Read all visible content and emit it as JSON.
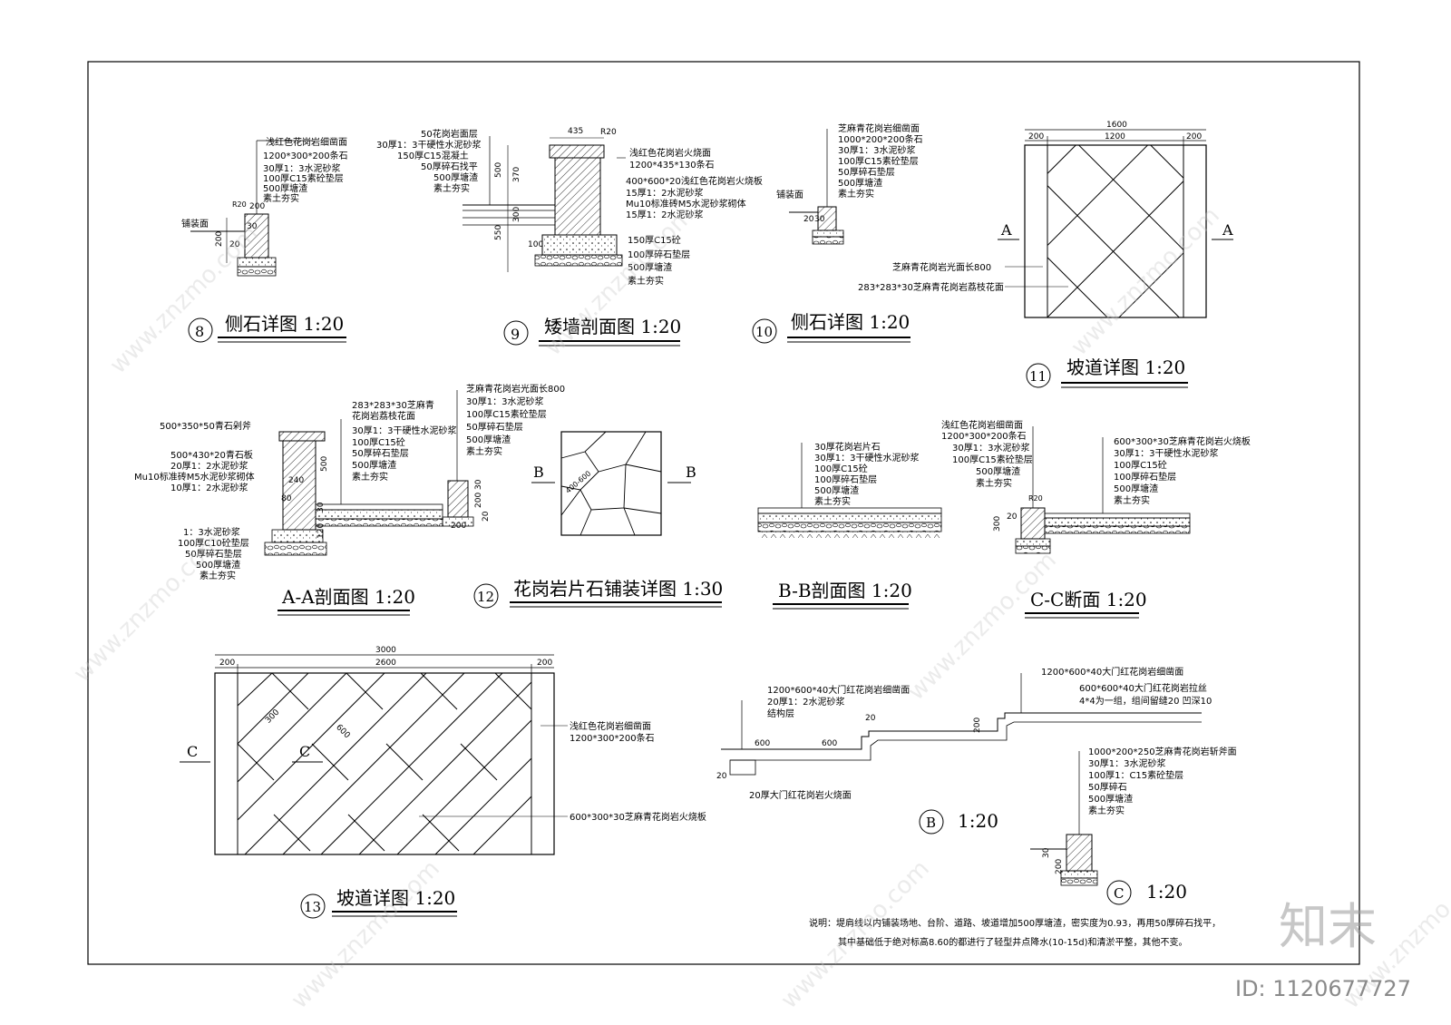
{
  "sheet": {
    "note_line1": "说明：堤肩线以内铺装场地、台阶、道路、坡道增加500厚塘渣，密实度为0.93，再用50厚碎石找平，",
    "note_line2": "其中基础低于绝对标高8.60的都进行了轻型井点降水(10-15d)和清淤平整，其他不变。"
  },
  "watermark": {
    "site": "www.znzmo.com",
    "logo": "知末",
    "id": "ID: 1120677727"
  },
  "d8": {
    "num": "8",
    "title": "侧石详图 1:20",
    "labels": [
      "浅红色花岗岩细凿面",
      "1200*300*200条石",
      "30厚1：3水泥砂浆",
      "100厚C15素砼垫层",
      "500厚塘渣",
      "素土夯实"
    ],
    "paving": "铺装面",
    "dims": [
      "200",
      "30",
      "200",
      "20",
      "R20"
    ]
  },
  "d9": {
    "num": "9",
    "title": "矮墙剖面图 1:20",
    "left_labels": [
      "50花岗岩面层",
      "30厚1：3干硬性水泥砂浆",
      "150厚C15混凝土",
      "50厚碎石找平",
      "500厚塘渣",
      "素土夯实"
    ],
    "right_labels": [
      "浅红色花岗岩火烧面",
      "1200*435*130条石",
      "400*600*20浅红色花岗岩火烧板",
      "15厚1：2水泥砂浆",
      "Mu10标准砖M5水泥砂浆砌体",
      "15厚1：2水泥砂浆"
    ],
    "bottom_labels": [
      "150厚C15砼",
      "100厚碎石垫层",
      "500厚塘渣",
      "素土夯实"
    ],
    "dims": [
      "435",
      "R20",
      "500",
      "370",
      "300",
      "550",
      "100"
    ]
  },
  "d10": {
    "num": "10",
    "title": "侧石详图 1:20",
    "labels": [
      "芝麻青花岗岩细凿面",
      "1000*200*200条石",
      "30厚1：3水泥砂浆",
      "100厚C15素砼垫层",
      "50厚碎石垫层",
      "500厚塘渣",
      "素土夯实"
    ],
    "paving": "铺装面",
    "dims": [
      "20",
      "30"
    ]
  },
  "d11": {
    "num": "11",
    "title": "坡道详图 1:20",
    "dims": [
      "1600",
      "200",
      "1200",
      "200"
    ],
    "section": "A",
    "labels": [
      "芝麻青花岗岩光面长800",
      "283*283*30芝麻青花岗岩荔枝花面"
    ]
  },
  "dAA": {
    "title": "A-A剖面图 1:20",
    "left_labels": [
      "500*350*50青石剁斧",
      "500*430*20青石板",
      "20厚1：2水泥砂浆",
      "Mu10标准砖M5水泥砂浆砌体",
      "10厚1：2水泥砂浆"
    ],
    "left_bottom": [
      "1：3水泥砂浆",
      "100厚C10砼垫层",
      "50厚碎石垫层",
      "500厚塘渣",
      "素土夯实"
    ],
    "mid_labels": [
      "283*283*30芝麻青",
      "花岗岩荔枝花面",
      "30厚1：3干硬性水泥砂浆",
      "100厚C15砼",
      "50厚碎石垫层",
      "500厚塘渣",
      "素土夯实"
    ],
    "right_labels": [
      "芝麻青花岗岩光面长800",
      "30厚1：3水泥砂浆",
      "100厚C15素砼垫层",
      "50厚碎石垫层",
      "500厚塘渣",
      "素土夯实"
    ],
    "dims": [
      "500",
      "240",
      "80",
      "120",
      "30",
      "200",
      "30",
      "200",
      "20"
    ]
  },
  "d12": {
    "num": "12",
    "title": "花岗岩片石铺装详图 1:30",
    "section": "B",
    "dim": "400-600"
  },
  "dBB": {
    "title": "B-B剖面图 1:20",
    "labels": [
      "30厚花岗岩片石",
      "30厚1：3干硬性水泥砂浆",
      "100厚C15砼",
      "100厚碎石垫层",
      "500厚塘渣",
      "素土夯实"
    ]
  },
  "dCC": {
    "title": "C-C断面 1:20",
    "left_labels": [
      "浅红色花岗岩细凿面",
      "1200*300*200条石",
      "30厚1：3水泥砂浆",
      "100厚C15素砼垫层",
      "500厚塘渣",
      "素土夯实"
    ],
    "right_labels": [
      "600*300*30芝麻青花岗岩火烧板",
      "30厚1：3干硬性水泥砂浆",
      "100厚C15砼",
      "100厚碎石垫层",
      "500厚塘渣",
      "素土夯实"
    ],
    "dims": [
      "R20",
      "300",
      "20"
    ]
  },
  "d13": {
    "num": "13",
    "title": "坡道详图 1:20",
    "dims": [
      "3000",
      "200",
      "2600",
      "200",
      "300",
      "600"
    ],
    "section": "C",
    "labels": [
      "浅红色花岗岩细凿面",
      "1200*300*200条石",
      "600*300*30芝麻青花岗岩火烧板"
    ]
  },
  "dB": {
    "num": "B",
    "scale": "1:20",
    "labels_top_left": [
      "1200*600*40大门红花岗岩细凿面",
      "20厚1：2水泥砂浆",
      "结构层"
    ],
    "labels_top_right": [
      "1200*600*40大门红花岗岩细凿面",
      "600*600*40大门红花岗岩拉丝",
      "4*4为一组，组间留缝20 凹深10"
    ],
    "bottom_label": "20厚大门红花岗岩火烧面",
    "dims": [
      "600",
      "600",
      "20",
      "20",
      "200"
    ]
  },
  "dC": {
    "num": "C",
    "scale": "1:20",
    "labels": [
      "1000*200*250芝麻青花岗岩斩斧面",
      "30厚1：3水泥砂浆",
      "100厚1：C15素砼垫层",
      "50厚碎石",
      "500厚塘渣",
      "素土夯实"
    ],
    "dims": [
      "30",
      "200"
    ]
  }
}
